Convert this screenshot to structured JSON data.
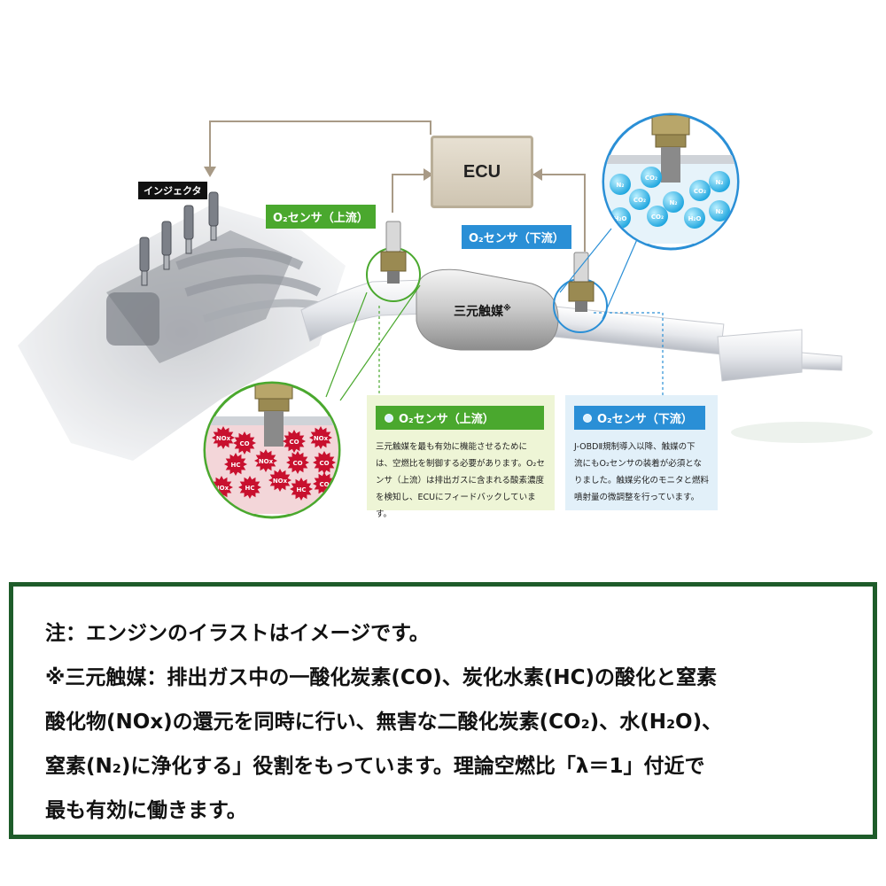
{
  "diagram": {
    "ecu_label": "ECU",
    "injector_label": "インジェクタ",
    "o2_upstream_label": "O₂センサ（上流）",
    "o2_downstream_label": "O₂センサ（下流）",
    "catalyst_label": "三元触媒",
    "catalyst_mark": "※",
    "upstream_gases": [
      "NOx",
      "CO",
      "CO",
      "NOx",
      "HC",
      "NOx",
      "CO",
      "CO",
      "HC",
      "NOx",
      "NOx",
      "HC",
      "CO"
    ],
    "downstream_gases": [
      "N₂",
      "CO₂",
      "CO₂",
      "N₂",
      "CO₂",
      "N₂",
      "H₂O",
      "CO₂",
      "H₂O",
      "N₂"
    ]
  },
  "info_upstream": {
    "title": "O₂センサ（上流）",
    "lines": [
      "三元触媒を最も有効に機能させるために",
      "は、空燃比を制御する必要があります。O₂セ",
      "ンサ（上流）は排出ガスに含まれる酸素濃度",
      "を検知し、ECUにフィードバックしています。"
    ]
  },
  "info_downstream": {
    "title": "O₂センサ（下流）",
    "lines": [
      "J-OBDⅡ規制導入以降、触媒の下",
      "流にもO₂センサの装着が必須とな",
      "りました。触媒劣化のモニタと燃料",
      "噴射量の微調整を行っています。"
    ]
  },
  "note": {
    "lines": [
      "注：エンジンのイラストはイメージです。",
      "※三元触媒：排出ガス中の一酸化炭素(CO)、炭化水素(HC)の酸化と窒素",
      "酸化物(NOx)の還元を同時に行い、無害な二酸化炭素(CO₂)、水(H₂O)、",
      "窒素(N₂)に浄化する」役割をもっています。理論空燃比「λ＝1」付近で",
      "最も有効に働きます。"
    ]
  },
  "colors": {
    "green": "#4aa82e",
    "blue": "#2a8fd6",
    "frame": "#1e5c2a",
    "gas_red": "#c8102e",
    "gas_blue": "#29b6e8"
  }
}
